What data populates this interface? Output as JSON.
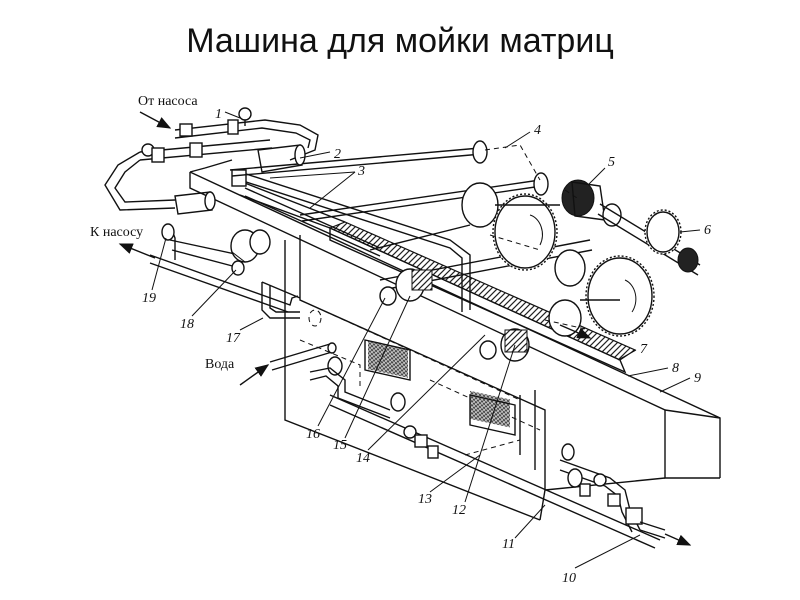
{
  "title": "Машина для мойки матриц",
  "external_labels": {
    "from_pump": "От насоса",
    "to_pump": "К насосу",
    "water": "Вода"
  },
  "callouts": [
    "1",
    "2",
    "3",
    "4",
    "5",
    "6",
    "7",
    "8",
    "9",
    "10",
    "11",
    "12",
    "13",
    "14",
    "15",
    "16",
    "17",
    "18",
    "19"
  ]
}
